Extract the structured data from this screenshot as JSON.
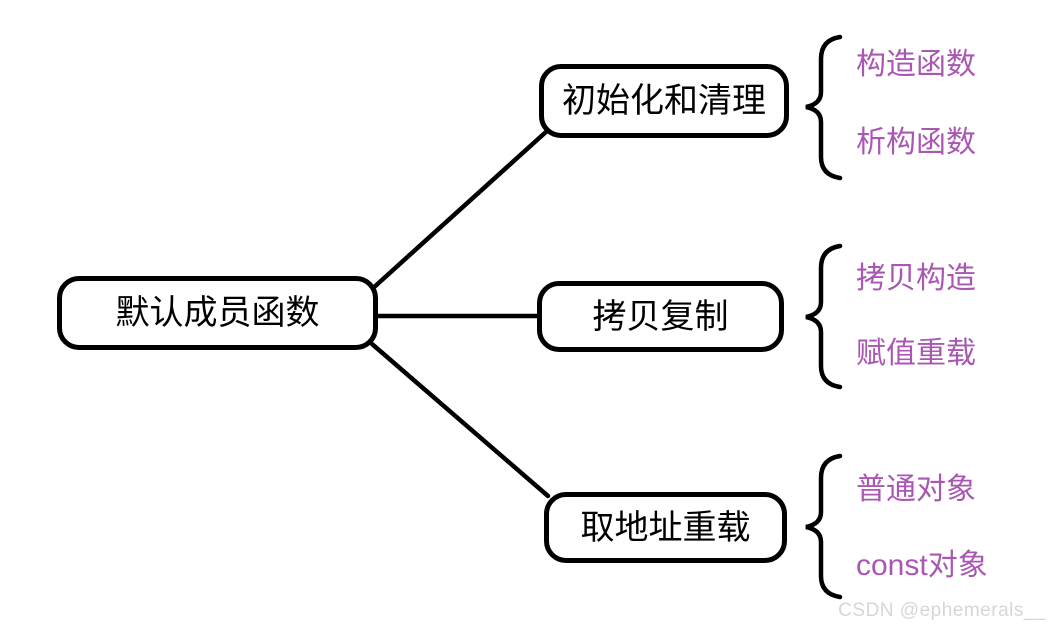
{
  "diagram": {
    "root": {
      "label": "默认成员函数"
    },
    "branches": [
      {
        "label": "初始化和清理",
        "items": [
          "构造函数",
          "析构函数"
        ]
      },
      {
        "label": "拷贝复制",
        "items": [
          "拷贝构造",
          "赋值重载"
        ]
      },
      {
        "label": "取地址重载",
        "items": [
          "普通对象",
          "const对象"
        ]
      }
    ]
  },
  "colors": {
    "background": "#ffffff",
    "node_border": "#000000",
    "node_text": "#000000",
    "connector": "#000000",
    "brace": "#000000",
    "leaf_text": "#a957b3",
    "watermark_text": "#d6d6d6"
  },
  "watermark": {
    "text": "CSDN @ephemerals__"
  }
}
